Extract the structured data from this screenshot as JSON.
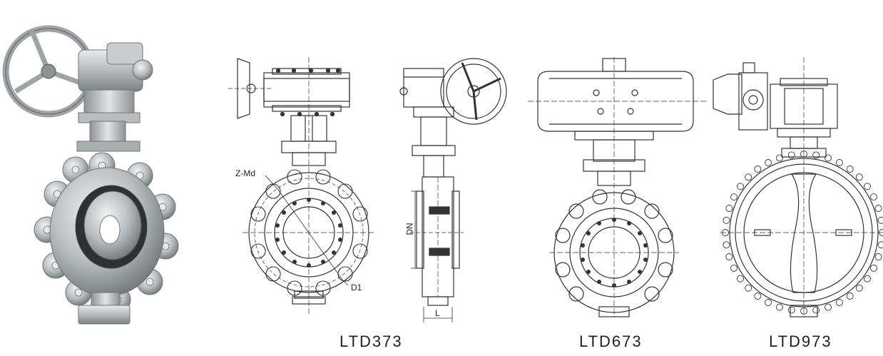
{
  "labels": {
    "model_1": "LTD373",
    "model_2": "LTD673",
    "model_3": "LTD973",
    "dim_zmd": "Z-Md",
    "dim_d1": "D1",
    "dim_dn": "DN",
    "dim_l": "L"
  },
  "colors": {
    "line": "#333333",
    "metal_light": "#d9dcdc",
    "metal_mid": "#a9aeb0",
    "metal_dark": "#6f7477"
  }
}
